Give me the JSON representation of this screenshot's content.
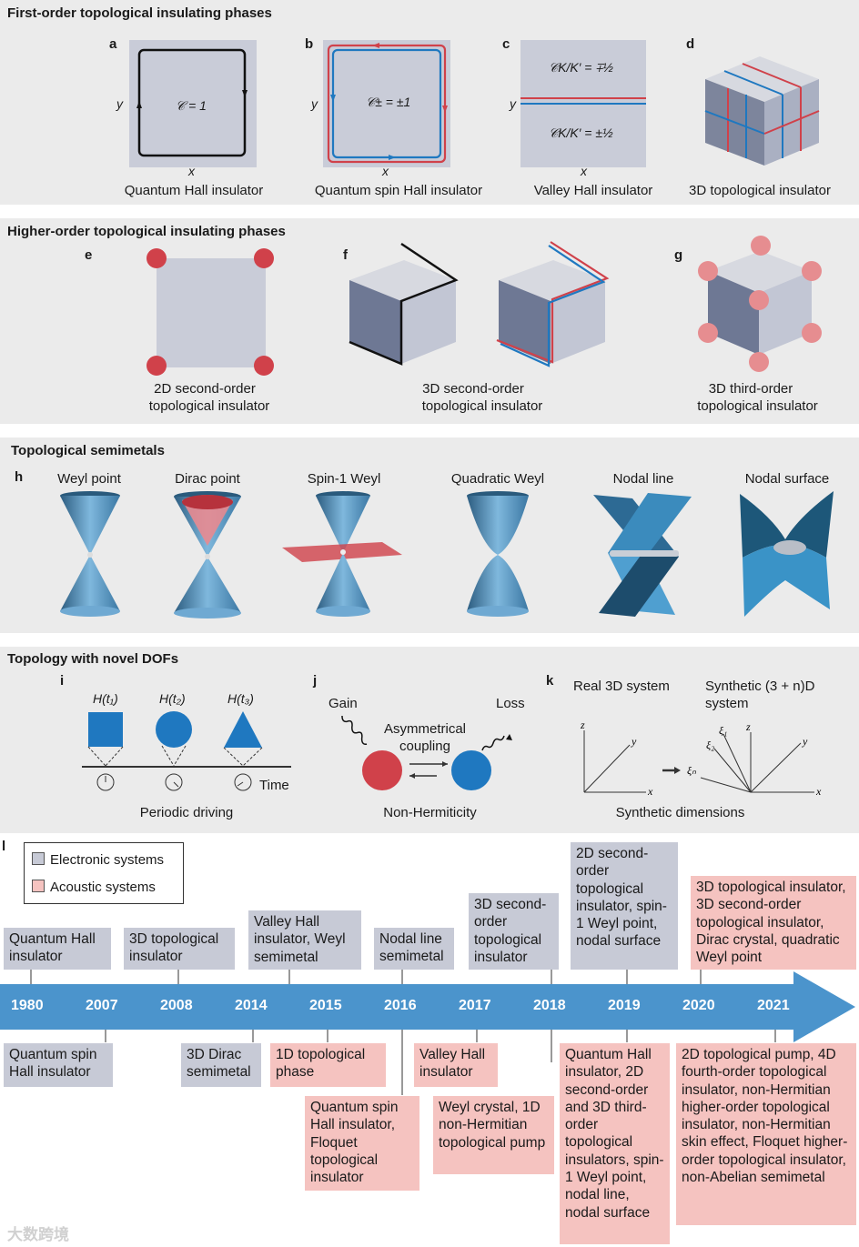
{
  "sections": {
    "first_order": "First-order topological insulating phases",
    "higher_order": "Higher-order topological insulating phases",
    "semimetals": "Topological semimetals",
    "novel_dofs": "Topology with novel DOFs"
  },
  "panels": {
    "a": {
      "letter": "a",
      "chern": "𝒞 = 1",
      "y": "y",
      "x": "x",
      "caption": "Quantum Hall insulator"
    },
    "b": {
      "letter": "b",
      "chern": "𝒞± = ±1",
      "y": "y",
      "x": "x",
      "caption": "Quantum spin Hall insulator"
    },
    "c": {
      "letter": "c",
      "chern_top": "𝒞K/K′ = ∓½",
      "chern_bottom": "𝒞K/K′ = ±½",
      "y": "y",
      "x": "x",
      "caption": "Valley Hall insulator"
    },
    "d": {
      "letter": "d",
      "caption": "3D topological insulator"
    },
    "e": {
      "letter": "e",
      "caption_line1": "2D second-order",
      "caption_line2": "topological insulator"
    },
    "f": {
      "letter": "f",
      "caption_line1": "3D second-order",
      "caption_line2": "topological insulator"
    },
    "g": {
      "letter": "g",
      "caption_line1": "3D third-order",
      "caption_line2": "topological insulator"
    },
    "h": {
      "letter": "h",
      "items": [
        "Weyl point",
        "Dirac point",
        "Spin-1 Weyl",
        "Quadratic Weyl",
        "Nodal line",
        "Nodal surface"
      ]
    },
    "i": {
      "letter": "i",
      "h1": "H(t₁)",
      "h2": "H(t₂)",
      "h3": "H(t₃)",
      "time": "Time",
      "caption": "Periodic driving"
    },
    "j": {
      "letter": "j",
      "gain": "Gain",
      "loss": "Loss",
      "coupling_line1": "Asymmetrical",
      "coupling_line2": "coupling",
      "caption": "Non-Hermiticity"
    },
    "k": {
      "letter": "k",
      "real": "Real 3D system",
      "synthetic_line1": "Synthetic (3 + n)D",
      "synthetic_line2": "system",
      "caption": "Synthetic dimensions"
    }
  },
  "timeline": {
    "letter": "l",
    "legend": {
      "electronic": "Electronic systems",
      "acoustic": "Acoustic systems"
    },
    "years": [
      "1980",
      "2007",
      "2008",
      "2014",
      "2015",
      "2016",
      "2017",
      "2018",
      "2019",
      "2020",
      "2021"
    ],
    "above": [
      {
        "text": "Quantum Hall insulator",
        "kind": "electronic"
      },
      {
        "text": "3D topological insulator",
        "kind": "electronic"
      },
      {
        "text": "Valley Hall insulator, Weyl semimetal",
        "kind": "electronic"
      },
      {
        "text": "Nodal line semimetal",
        "kind": "electronic"
      },
      {
        "text": "3D second-order topological insulator",
        "kind": "electronic"
      },
      {
        "text": "2D second-order topological insulator, spin-1 Weyl point, nodal surface",
        "kind": "electronic"
      },
      {
        "text": "3D topological insulator, 3D second-order topological insulator, Dirac crystal, quadratic Weyl point",
        "kind": "acoustic"
      }
    ],
    "below": [
      {
        "text": "Quantum spin Hall insulator",
        "kind": "electronic"
      },
      {
        "text": "3D Dirac semimetal",
        "kind": "electronic"
      },
      {
        "text": "1D topological phase",
        "kind": "acoustic"
      },
      {
        "text": "Quantum spin Hall insulator, Floquet topological insulator",
        "kind": "acoustic"
      },
      {
        "text": "Valley Hall insulator",
        "kind": "acoustic"
      },
      {
        "text": "Weyl crystal, 1D non-Hermitian topological pump",
        "kind": "acoustic"
      },
      {
        "text": "Quantum Hall insulator, 2D second-order and 3D third-order topological insulators, spin-1 Weyl point, nodal line, nodal surface",
        "kind": "acoustic"
      },
      {
        "text": "2D topological pump, 4D fourth-order topological insulator, non-Hermitian higher-order topological insulator, non-Hermitian skin effect, Floquet higher-order topological insulator, non-Abelian semimetal",
        "kind": "acoustic"
      }
    ]
  },
  "watermark": "大数跨境",
  "colors": {
    "panel_bg": "#ebebeb",
    "tile": "#c9ccd8",
    "red": "#d0414a",
    "blue": "#1f78c0",
    "arrow": "#4b94cc",
    "electronic": "#c7cad6",
    "acoustic": "#f5c3c0"
  }
}
